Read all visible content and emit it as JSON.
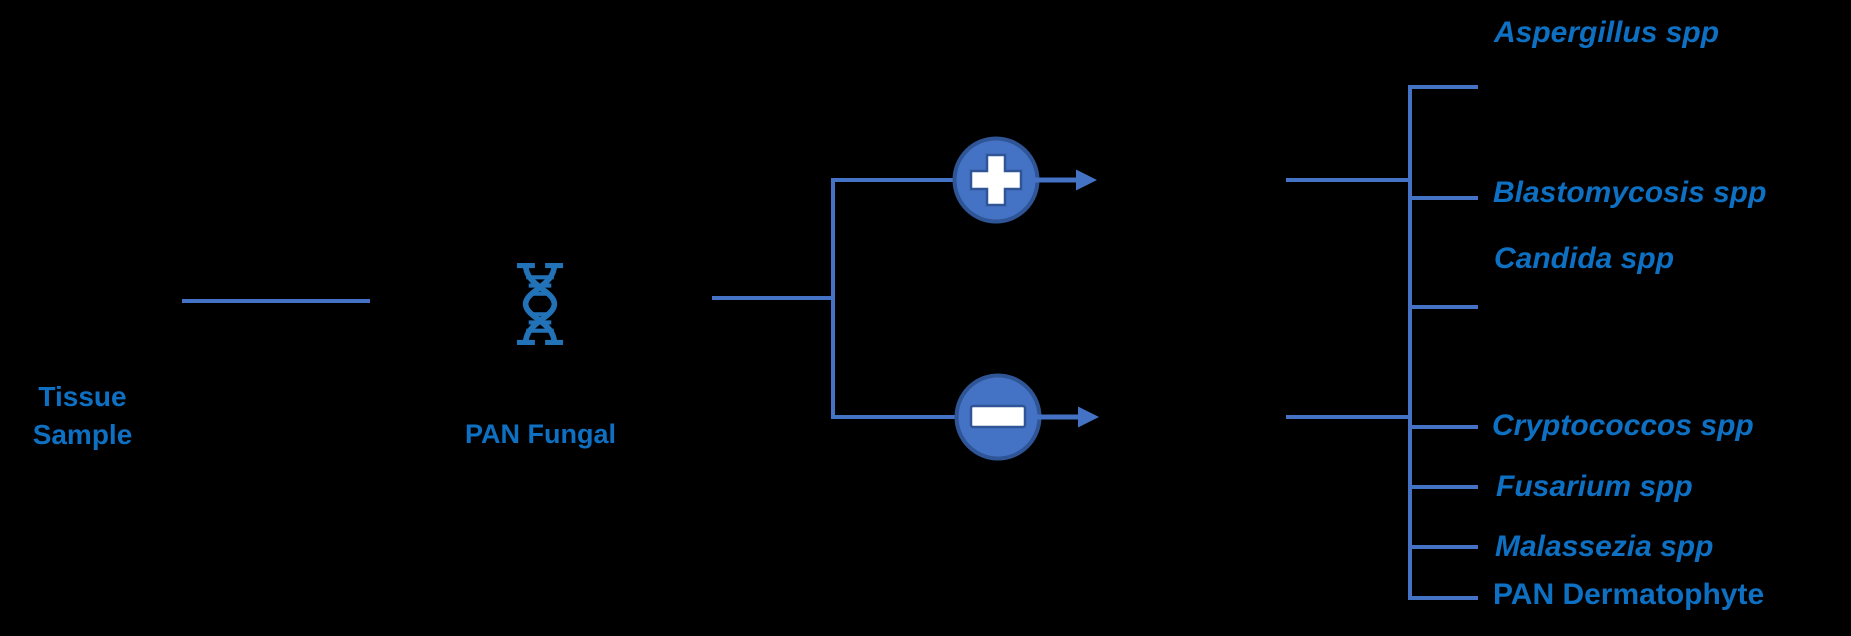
{
  "diagram": {
    "source": {
      "label": "Tissue\nSample"
    },
    "assay": {
      "label": "PAN Fungal",
      "icon": "dna-helix-icon"
    },
    "outcomes": {
      "positive": {
        "symbol": "+",
        "icon": "plus-circle-icon"
      },
      "negative": {
        "symbol": "−",
        "icon": "minus-circle-icon"
      }
    },
    "species": [
      {
        "name": "Aspergillus spp"
      },
      {
        "name": "Blastomycosis spp"
      },
      {
        "name": "Candida spp"
      },
      {
        "name": "Cryptococcos spp"
      },
      {
        "name": "Fusarium spp"
      },
      {
        "name": "Malassezia spp"
      },
      {
        "name": "PAN Dermatophyte"
      }
    ],
    "colors": {
      "background": "#000000",
      "text_blue": "#0E70C2",
      "line_blue": "#4472C4",
      "node_fill": "#4472C4",
      "node_border": "#2F5597",
      "icon_blue": "#2272B8",
      "symbol_fill": "#FFFFFF"
    }
  }
}
